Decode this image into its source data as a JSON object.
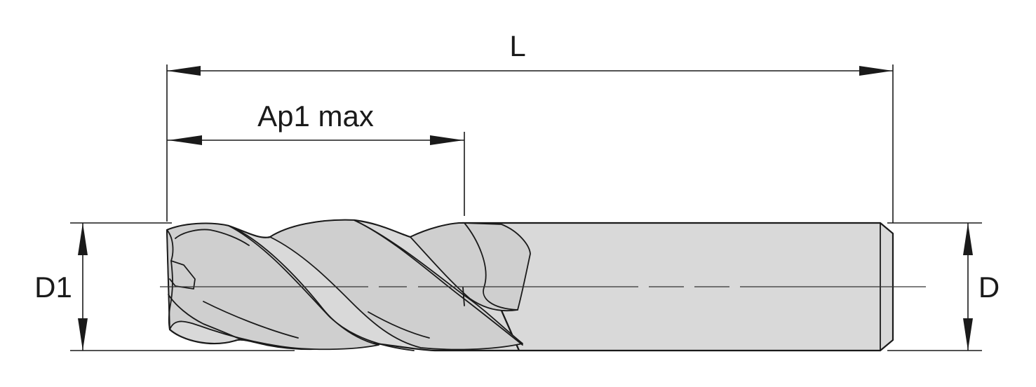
{
  "dimensions": {
    "overall_length": "L",
    "max_depth_of_cut": "Ap1 max",
    "cutting_diameter": "D1",
    "shank_diameter": "D"
  },
  "colors": {
    "line": "#1a1a1a",
    "tool_fill": "#d9d9d9",
    "background": "#ffffff"
  }
}
